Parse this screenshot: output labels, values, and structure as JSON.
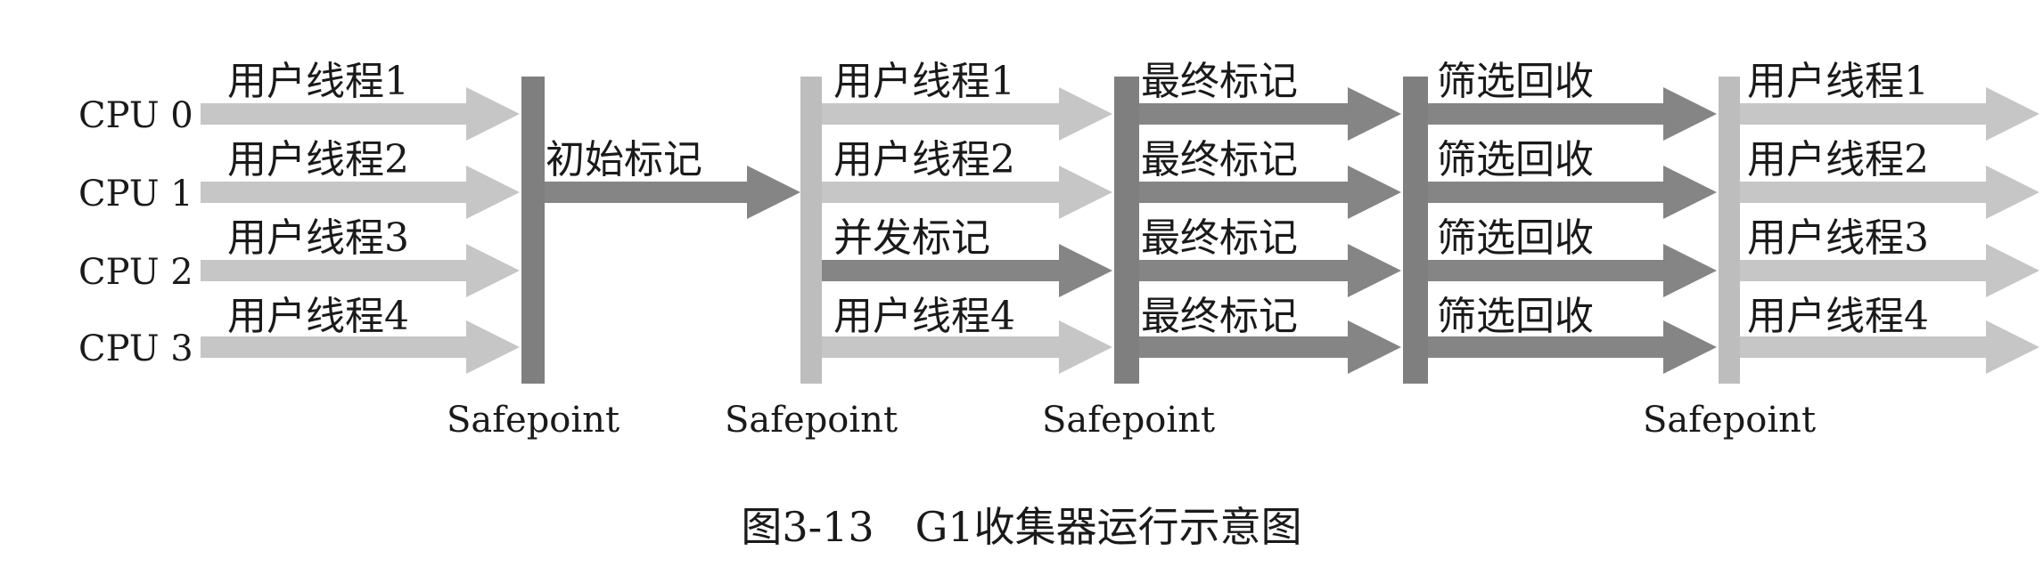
{
  "cpus": [
    "CPU 0",
    "CPU 1",
    "CPU 2",
    "CPU 3"
  ],
  "phases": {
    "user_threads_a": [
      "用户线程1",
      "用户线程2",
      "用户线程3",
      "用户线程4"
    ],
    "initial_mark": "初始标记",
    "concurrent_stage": [
      "用户线程1",
      "用户线程2",
      "并发标记",
      "用户线程4"
    ],
    "final_mark": [
      "最终标记",
      "最终标记",
      "最终标记",
      "最终标记"
    ],
    "screening": [
      "筛选回收",
      "筛选回收",
      "筛选回收",
      "筛选回收"
    ],
    "user_threads_b": [
      "用户线程1",
      "用户线程2",
      "用户线程3",
      "用户线程4"
    ]
  },
  "safepoints": [
    "Safepoint",
    "Safepoint",
    "Safepoint",
    "Safepoint"
  ],
  "caption": "图3-13　G1收集器运行示意图",
  "colors": {
    "light": "#c6c6c6",
    "medium": "#a6a6a6",
    "dark": "#858585",
    "bar_dark": "#7f7f7f",
    "bar_light": "#bdbdbd"
  }
}
